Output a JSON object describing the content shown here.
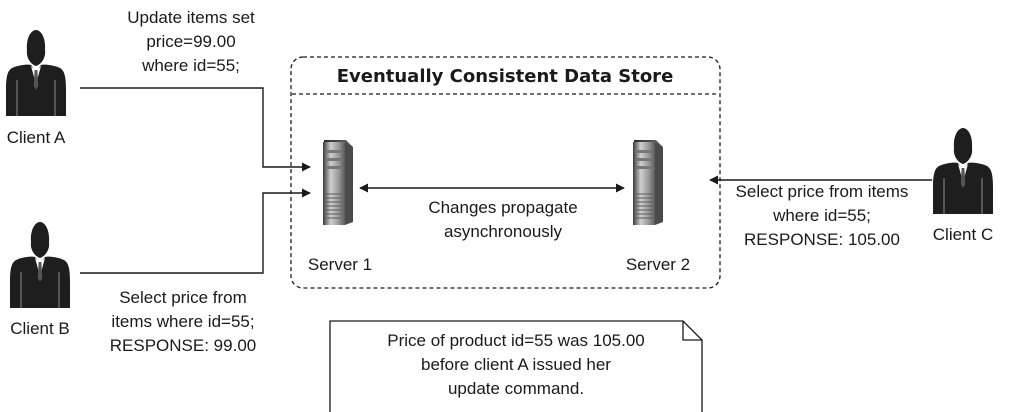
{
  "store": {
    "title": "Eventually Consistent Data Store"
  },
  "clients": {
    "a": {
      "label": "Client A"
    },
    "b": {
      "label": "Client B"
    },
    "c": {
      "label": "Client C"
    }
  },
  "servers": {
    "s1": {
      "label": "Server 1"
    },
    "s2": {
      "label": "Server 2"
    }
  },
  "messages": {
    "client_a": [
      "Update items set",
      "price=99.00",
      "where id=55;"
    ],
    "client_b": [
      "Select price from",
      "items where id=55;",
      "RESPONSE: 99.00"
    ],
    "client_c": [
      "Select price from items",
      "where id=55;",
      "RESPONSE: 105.00"
    ],
    "replication": [
      "Changes propagate",
      "asynchronously"
    ]
  },
  "note": {
    "lines": [
      "Price of product id=55 was 105.00",
      "before client A issued her",
      "update command."
    ]
  },
  "icons": {
    "client": "person-icon",
    "server": "server-tower-icon"
  }
}
